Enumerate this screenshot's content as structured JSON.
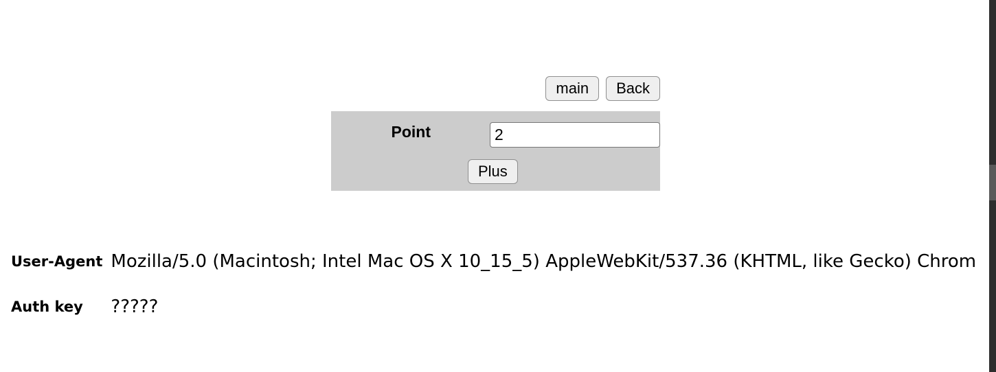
{
  "nav": {
    "buttons": [
      {
        "label": "main",
        "name": "main-button"
      },
      {
        "label": "Back",
        "name": "back-button"
      }
    ]
  },
  "form": {
    "panel_color": "#cccccc",
    "field": {
      "label": "Point",
      "value": "2",
      "placeholder": ""
    },
    "submit_label": "Plus"
  },
  "info": {
    "rows": [
      {
        "header": "User-Agent",
        "value": "Mozilla/5.0 (Macintosh; Intel Mac OS X 10_15_5) AppleWebKit/537.36 (KHTML, like Gecko) Chrom"
      },
      {
        "header": "Auth key",
        "value": "?????"
      }
    ]
  }
}
